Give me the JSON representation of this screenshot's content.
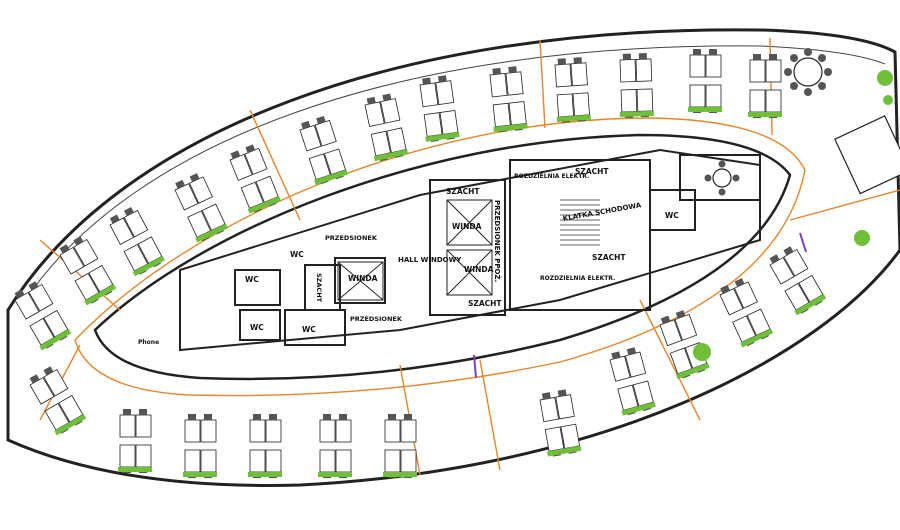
{
  "plan": {
    "labels": {
      "szacht_a": "SZACHT",
      "winda_a": "WINDA",
      "winda_b": "WINDA",
      "szacht_b": "SZACHT",
      "przedsionek_ppoz": "PRZEDSIONEK PPOŻ.",
      "rozdzielnia_top": "ROZDZIELNIA ELEKTR.",
      "szacht_c": "SZACHT",
      "klatka": "KLATKA SCHODOWA",
      "szacht_d": "SZACHT",
      "rozdzielnia_bottom": "ROZDZIELNIA ELEKTR.",
      "wc_right": "WC",
      "przedsionek_top": "PRZEDSIONEK",
      "wc_1": "WC",
      "wc_2": "WC",
      "szacht_left": "SZACHT",
      "winda_left": "WINDA",
      "hall": "HALL WINDOWY",
      "wc_3": "WC",
      "wc_4": "WC",
      "przedsionek_bottom": "PRZEDSIONEK",
      "phone": "Phone"
    },
    "colors": {
      "wall": "#222222",
      "partition": "#e8842a",
      "plant": "#6fbf3a",
      "chair": "#555555",
      "accent_door": "#7b3fc4"
    }
  }
}
